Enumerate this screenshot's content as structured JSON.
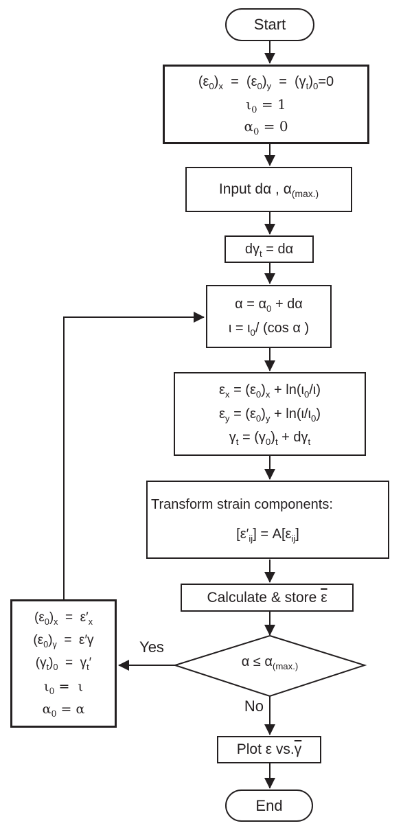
{
  "flowchart": {
    "colors": {
      "line": "#231f20",
      "background": "#ffffff"
    },
    "nodes": {
      "start": {
        "label": "Start"
      },
      "init": {
        "lines": [
          "(ε<sub>0</sub>)<sub>x</sub>&nbsp; =&nbsp; (ε<sub>0</sub>)<sub>y</sub>&nbsp; =&nbsp; (γ<sub>t</sub>)<sub>0</sub>=0",
          "ι<sub>0</sub> = 1",
          "α<sub>0</sub> = 0"
        ]
      },
      "input": {
        "label": "Input dα , α<sub>(max.)</sub>"
      },
      "dgamma": {
        "label": "dγ<sub>t</sub> = dα"
      },
      "alpha_step": {
        "lines": [
          "α = α<sub>0</sub> + dα",
          "ι = ι<sub>0</sub>/ (cos α )"
        ]
      },
      "strain": {
        "lines": [
          "ε<sub>x</sub> = (ε<sub>0</sub>)<sub>x</sub> + ln(ι<sub>0</sub>/ι)",
          "ε<sub>y</sub> = (ε<sub>0</sub>)<sub>y</sub> + ln(ι/ι<sub>0</sub>)",
          "γ<sub>t</sub> = (γ<sub>0</sub>)<sub>t</sub> + dγ<sub>t</sub>"
        ]
      },
      "transform": {
        "lines": [
          "Transform strain components:",
          "[ε′<sub>ij</sub>] = A[ε<sub>ij</sub>]"
        ]
      },
      "calculate": {
        "label": "Calculate &amp; store <span class=\"ov\">ε</span>"
      },
      "decision": {
        "label": "α ≤ α<sub>(max.)</sub>",
        "yes": "Yes",
        "no": "No"
      },
      "store_update": {
        "lines": [
          "(ε<sub>0</sub>)<sub>x</sub>&nbsp; =&nbsp; ε′<sub>x</sub>",
          "(ε<sub>0</sub>)<sub>γ</sub>&nbsp; =&nbsp; ε′γ",
          "(γ<sub>t</sub>)<sub>0</sub>&nbsp; =&nbsp; γ<sub>t</sub>′",
          "ι<sub>0</sub> =&nbsp; ι",
          "α<sub>0</sub> = α"
        ]
      },
      "plot": {
        "label": "Plot ε vs.<span class=\"ov\">γ</span>"
      },
      "end": {
        "label": "End"
      }
    }
  }
}
